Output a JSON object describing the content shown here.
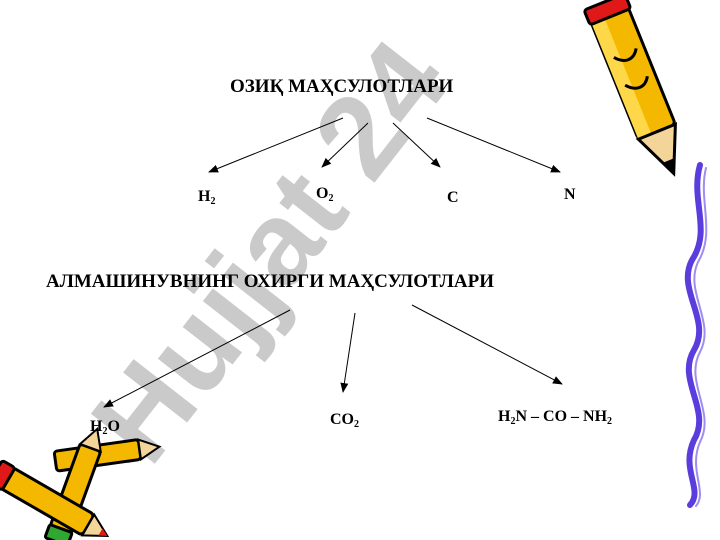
{
  "watermark": {
    "text": "Hujjat 24",
    "color": "#c8c8c8",
    "accent": "#c9b8e8"
  },
  "diagram": {
    "title_top": "ОЗИҚ МАҲСУЛОТЛАРИ",
    "title_bottom": "АЛМАШИНУВНИНГ ОХИРГИ МАҲСУЛОТЛАРИ",
    "top_products": [
      {
        "base": "H",
        "sub": "2",
        "suffix": ""
      },
      {
        "base": "O",
        "sub": "2",
        "suffix": ""
      },
      {
        "base": "C",
        "sub": "",
        "suffix": ""
      },
      {
        "base": "N",
        "sub": "",
        "suffix": ""
      }
    ],
    "bottom_products": [
      {
        "base": "H",
        "sub": "2",
        "suffix": "O"
      },
      {
        "base": "CO",
        "sub": "2",
        "suffix": ""
      },
      {
        "base": "H",
        "sub": "2",
        "suffix": "N – CO – NH",
        "sub2": "2"
      }
    ]
  },
  "decor": {
    "pencil_color": "#f5b800",
    "ribbon_color": "#5a3ddc"
  }
}
